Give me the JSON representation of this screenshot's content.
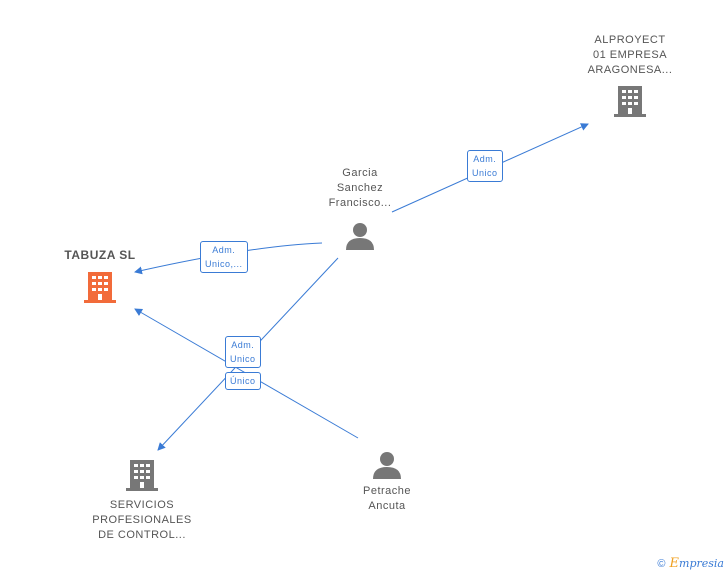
{
  "nodes": {
    "tabuza": {
      "label": "TABUZA SL"
    },
    "alproyect": {
      "label_lines": [
        "ALPROYECT",
        "01 EMPRESA",
        "ARAGONESA..."
      ]
    },
    "garcia": {
      "label_lines": [
        "Garcia",
        "Sanchez",
        "Francisco..."
      ]
    },
    "servicios": {
      "label_lines": [
        "SERVICIOS",
        "PROFESIONALES",
        "DE CONTROL..."
      ]
    },
    "petrache": {
      "label_lines": [
        "Petrache",
        "Ancuta"
      ]
    }
  },
  "relations": {
    "garcia_alproyect": [
      "Adm.",
      "Unico"
    ],
    "garcia_tabuza": [
      "Adm.",
      "Unico,..."
    ],
    "petrache_tabuza": [
      "Adm.",
      "Unico"
    ],
    "petrache_servicios": [
      "Único"
    ]
  },
  "colors": {
    "edge": "#3a7bd5",
    "company": "#777777",
    "company_highlight": "#f26b3a",
    "person": "#777777"
  },
  "brand": {
    "copyright": "©",
    "first": "E",
    "rest": "mpresia"
  }
}
